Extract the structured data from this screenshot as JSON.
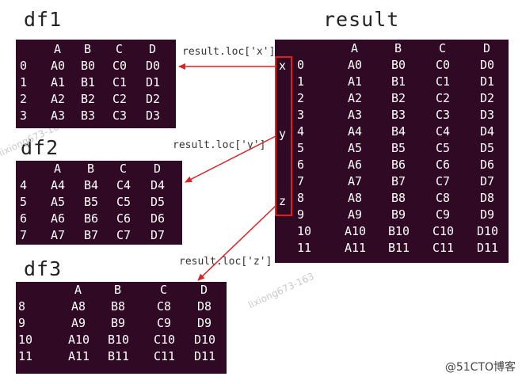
{
  "df1": {
    "title": "df1",
    "columns": [
      "A",
      "B",
      "C",
      "D"
    ],
    "rows": [
      [
        "0",
        "A0",
        "B0",
        "C0",
        "D0"
      ],
      [
        "1",
        "A1",
        "B1",
        "C1",
        "D1"
      ],
      [
        "2",
        "A2",
        "B2",
        "C2",
        "D2"
      ],
      [
        "3",
        "A3",
        "B3",
        "C3",
        "D3"
      ]
    ]
  },
  "df2": {
    "title": "df2",
    "columns": [
      "A",
      "B",
      "C",
      "D"
    ],
    "rows": [
      [
        "4",
        "A4",
        "B4",
        "C4",
        "D4"
      ],
      [
        "5",
        "A5",
        "B5",
        "C5",
        "D5"
      ],
      [
        "6",
        "A6",
        "B6",
        "C6",
        "D6"
      ],
      [
        "7",
        "A7",
        "B7",
        "C7",
        "D7"
      ]
    ]
  },
  "df3": {
    "title": "df3",
    "columns": [
      "A",
      "B",
      "C",
      "D"
    ],
    "rows": [
      [
        "8",
        "A8",
        "B8",
        "C8",
        "D8"
      ],
      [
        "9",
        "A9",
        "B9",
        "C9",
        "D9"
      ],
      [
        "10",
        "A10",
        "B10",
        "C10",
        "D10"
      ],
      [
        "11",
        "A11",
        "B11",
        "C11",
        "D11"
      ]
    ]
  },
  "result": {
    "title": "result",
    "keys": [
      "x",
      "y",
      "z"
    ],
    "columns": [
      "A",
      "B",
      "C",
      "D"
    ],
    "rows": [
      [
        "0",
        "A0",
        "B0",
        "C0",
        "D0"
      ],
      [
        "1",
        "A1",
        "B1",
        "C1",
        "D1"
      ],
      [
        "2",
        "A2",
        "B2",
        "C2",
        "D2"
      ],
      [
        "3",
        "A3",
        "B3",
        "C3",
        "D3"
      ],
      [
        "4",
        "A4",
        "B4",
        "C4",
        "D4"
      ],
      [
        "5",
        "A5",
        "B5",
        "C5",
        "D5"
      ],
      [
        "6",
        "A6",
        "B6",
        "C6",
        "D6"
      ],
      [
        "7",
        "A7",
        "B7",
        "C7",
        "D7"
      ],
      [
        "8",
        "A8",
        "B8",
        "C8",
        "D8"
      ],
      [
        "9",
        "A9",
        "B9",
        "C9",
        "D9"
      ],
      [
        "10",
        "A10",
        "B10",
        "C10",
        "D10"
      ],
      [
        "11",
        "A11",
        "B11",
        "C11",
        "D11"
      ]
    ]
  },
  "annotations": {
    "loc_x": "result.loc['x']",
    "loc_y": "result.loc['y']",
    "loc_z": "result.loc['z']"
  },
  "watermark": "lixiong673-163",
  "brand": "@51CTO博客",
  "colors": {
    "terminal_bg": "#300a24",
    "arrow": "#e02020"
  }
}
